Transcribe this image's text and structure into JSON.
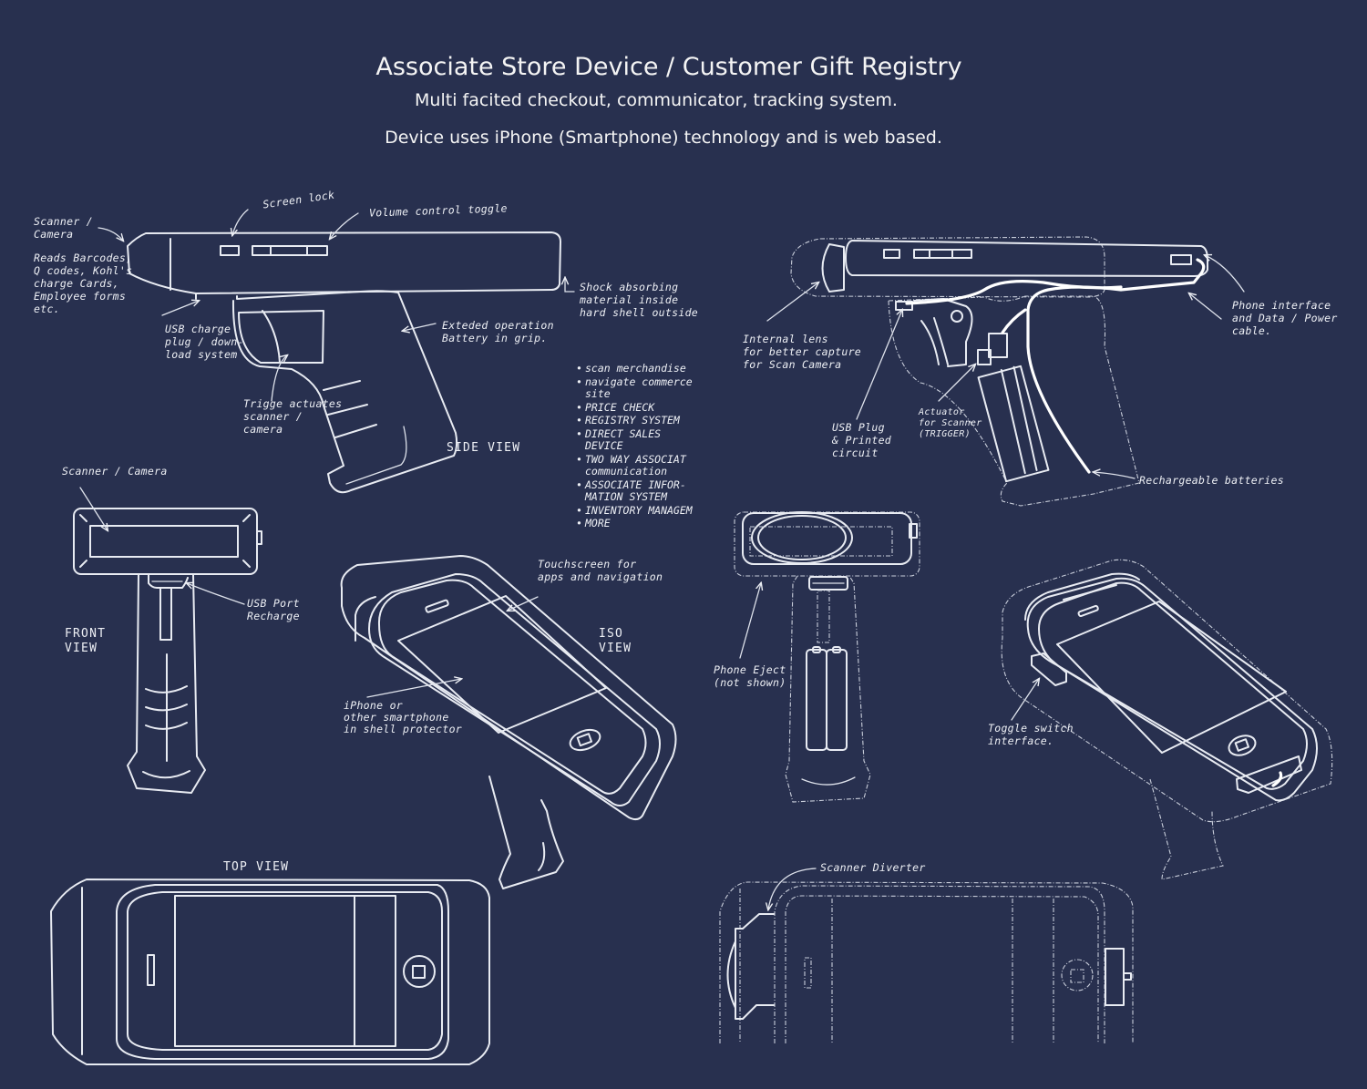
{
  "header": {
    "title": "Associate Store Device / Customer Gift Registry",
    "subtitle": "Multi facited checkout, communicator, tracking system.",
    "description": "Device uses iPhone (Smartphone) technology and is web based."
  },
  "colors": {
    "background": "#28304f",
    "line": "#e8ebf2"
  },
  "side_view": {
    "label": "SIDE VIEW",
    "annotations": {
      "scanner_camera": "Scanner /\nCamera",
      "reads": "Reads Barcodes,\nQ codes, Kohl's\ncharge Cards,\nEmployee forms\netc.",
      "screen_lock": "Screen lock",
      "volume_toggle": "Volume control toggle",
      "shock": "Shock absorbing\nmaterial inside\nhard shell outside",
      "usb_charge": "USB charge\nplug / down-\nload system",
      "battery_grip": "Exteded operation\nBattery in grip.",
      "trigger": "Trigge actuates\nscanner /\ncamera"
    }
  },
  "features": {
    "items": [
      "scan merchandise",
      "navigate commerce\nsite",
      "PRICE CHECK",
      "REGISTRY SYSTEM",
      "DIRECT SALES\nDEVICE",
      "TWO WAY ASSOCIAT\ncommunication",
      "ASSOCIATE INFOR-\nMATION SYSTEM",
      "INVENTORY MANAGEM",
      "MORE"
    ]
  },
  "cutaway_view": {
    "annotations": {
      "internal_lens": "Internal lens\nfor better capture\nfor Scan Camera",
      "phone_interface": "Phone interface\nand Data / Power\ncable.",
      "usb_plug": "USB Plug\n& Printed\ncircuit",
      "actuator": "Actuator\nfor Scanner\n(TRIGGER)",
      "batteries": "Rechargeable batteries"
    }
  },
  "front_view": {
    "label": "FRONT\nVIEW",
    "annotations": {
      "scanner_camera": "Scanner / Camera",
      "usb_port": "USB Port\nRecharge"
    }
  },
  "iso_view": {
    "label": "ISO\nVIEW",
    "annotations": {
      "touchscreen": "Touchscreen for\napps and navigation",
      "iphone": "iPhone or\nother smartphone\nin shell protector"
    }
  },
  "front_cutaway": {
    "annotations": {
      "phone_eject": "Phone Eject\n(not shown)"
    }
  },
  "iso_view_2": {
    "annotations": {
      "toggle_switch": "Toggle switch\ninterface."
    }
  },
  "top_view": {
    "label": "TOP VIEW"
  },
  "top_cutaway": {
    "annotations": {
      "scanner_diverter": "Scanner Diverter"
    }
  }
}
